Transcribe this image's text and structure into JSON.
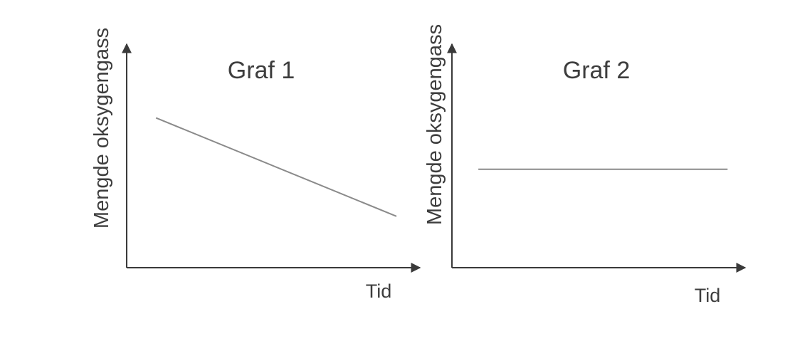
{
  "chart_data": [
    {
      "type": "line",
      "title": "Graf 1",
      "xlabel": "Tid",
      "ylabel": "Mengde oksygengass",
      "xlim": [
        0,
        10
      ],
      "ylim": [
        0,
        10
      ],
      "grid": false,
      "series": [
        {
          "x": [
            1,
            9.2
          ],
          "y": [
            6.7,
            2.3
          ]
        }
      ]
    },
    {
      "type": "line",
      "title": "Graf 2",
      "xlabel": "Tid",
      "ylabel": "Mengde oksygengass",
      "xlim": [
        0,
        10
      ],
      "ylim": [
        0,
        10
      ],
      "grid": false,
      "series": [
        {
          "x": [
            0.9,
            9.4
          ],
          "y": [
            4.4,
            4.4
          ]
        }
      ]
    }
  ],
  "colors": {
    "axis": "#3a3a3a",
    "line": "#8a8a8a",
    "text": "#3d3d3d"
  }
}
